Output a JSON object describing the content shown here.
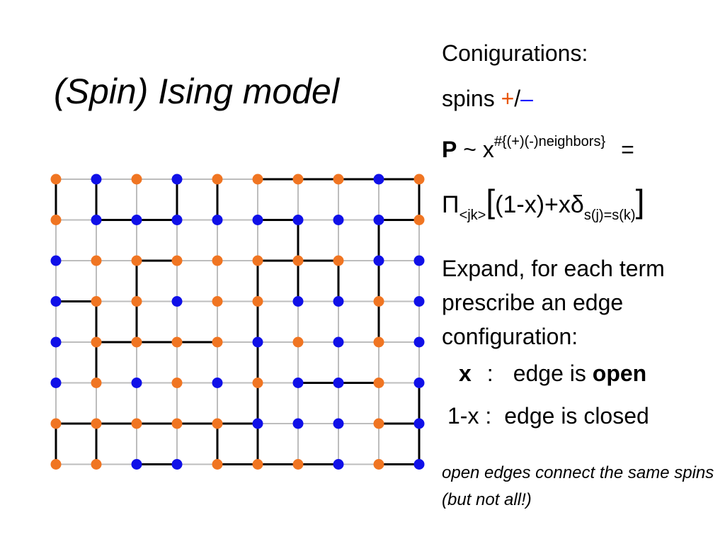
{
  "title": "(Spin) Ising model",
  "panel": {
    "configurations": "Conigurations:",
    "spins_label": "spins ",
    "spins_plus": "+",
    "spins_slash": "/",
    "spins_minus": "–",
    "p_symbol": "P",
    "p_tilde": " ~ x",
    "p_exponent": "#{(+)(-)neighbors}",
    "p_equals": "=",
    "prod_symbol": "Π",
    "prod_sub": "<jk>",
    "prod_open": "[",
    "prod_expr": "(1-x)+xδ",
    "prod_delta_sub": "s(j)=s(k)",
    "prod_close": "]",
    "expand_text": "Expand, for each term prescribe an edge configuration:",
    "x_label": "x",
    "x_colon": ":",
    "x_desc_pre": "edge is ",
    "x_desc_bold": "open",
    "onex_label": "1-x :",
    "onex_desc": "edge is closed",
    "note": "open edges connect the same spins (but not all!)"
  },
  "colors": {
    "plus": "#f07522",
    "minus": "#1010e8",
    "open_edge": "#000000",
    "closed_edge": "#bdbdbd"
  },
  "lattice": {
    "rows": 8,
    "cols": 10,
    "spins": [
      "+-+-++++-+",
      "+--------+",
      "-+++++++--",
      "-++-++--+-",
      "-++++-+-+-",
      "-+-+-+--+-",
      "+++++---+-",
      "++--+++-+-"
    ],
    "h_open": [
      "000001111",
      "011001001",
      "001001100",
      "100000000",
      "011100000",
      "000000110",
      "111110001",
      "001011101"
    ],
    "v_open": [
      "1101100001",
      "0000001010",
      "0010011110",
      "0110010010",
      "0100010000",
      "0000010001",
      "1100110001"
    ]
  }
}
